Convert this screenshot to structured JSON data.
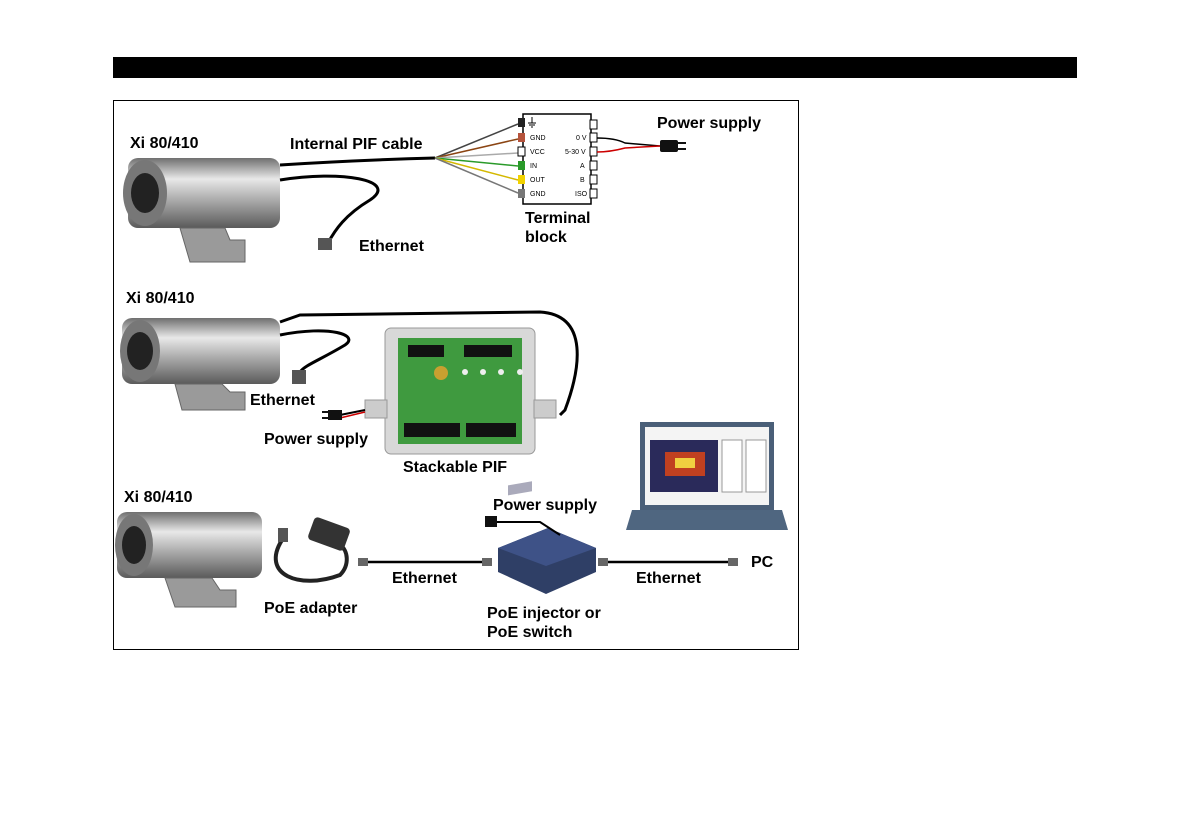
{
  "header": {
    "title": ""
  },
  "diagram": {
    "row1": {
      "camera_label": "Xi 80/410",
      "cable_label": "Internal PIF cable",
      "ethernet_label": "Ethernet",
      "power_label": "Power supply",
      "terminal_label_1": "Terminal",
      "terminal_label_2": "block",
      "terminal_left_pins": [
        "GND",
        "VCC",
        "IN",
        "OUT",
        "GND"
      ],
      "terminal_right_pins": [
        "0 V",
        "5-30 V",
        "A",
        "B",
        "ISO"
      ]
    },
    "row2": {
      "camera_label": "Xi 80/410",
      "ethernet_label": "Ethernet",
      "power_label": "Power supply",
      "pif_label": "Stackable PIF"
    },
    "row3": {
      "camera_label": "Xi 80/410",
      "poe_adapter_label": "PoE adapter",
      "ethernet_label_1": "Ethernet",
      "power_label": "Power supply",
      "injector_label_1": "PoE injector or",
      "injector_label_2": "PoE switch",
      "ethernet_label_2": "Ethernet",
      "pc_label": "PC"
    }
  },
  "colors": {
    "green_board": "#3f9a3f",
    "laptop_body": "#4a5f78",
    "injector_body": "#2f3f66"
  }
}
